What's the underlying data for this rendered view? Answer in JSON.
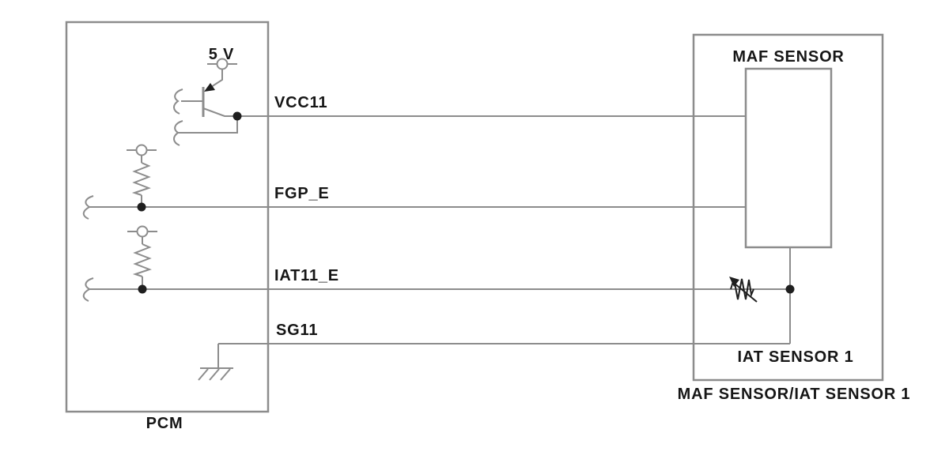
{
  "diagram": {
    "type": "wiring-schematic",
    "pcm": {
      "label": "PCM"
    },
    "sensor_module": {
      "label": "MAF SENSOR/IAT SENSOR 1",
      "maf_sensor_label": "MAF SENSOR",
      "iat_sensor_label": "IAT SENSOR 1"
    },
    "supply_label": "5 V",
    "pins": {
      "vcc": "VCC11",
      "fgp": "FGP_E",
      "iat": "IAT11_E",
      "sg": "SG11"
    },
    "icons": {
      "transistor": "pnp-transistor-icon",
      "pullup_resistor": "resistor-icon",
      "thermistor": "variable-resistor-icon",
      "ground": "chassis-ground-icon",
      "supply_terminal": "circle-terminal-icon",
      "wire_break": "wire-break-icon"
    },
    "colors": {
      "wire": "#8c8c8c",
      "text": "#161616",
      "component_dark": "#1f1f1f",
      "background": "#ffffff"
    }
  }
}
